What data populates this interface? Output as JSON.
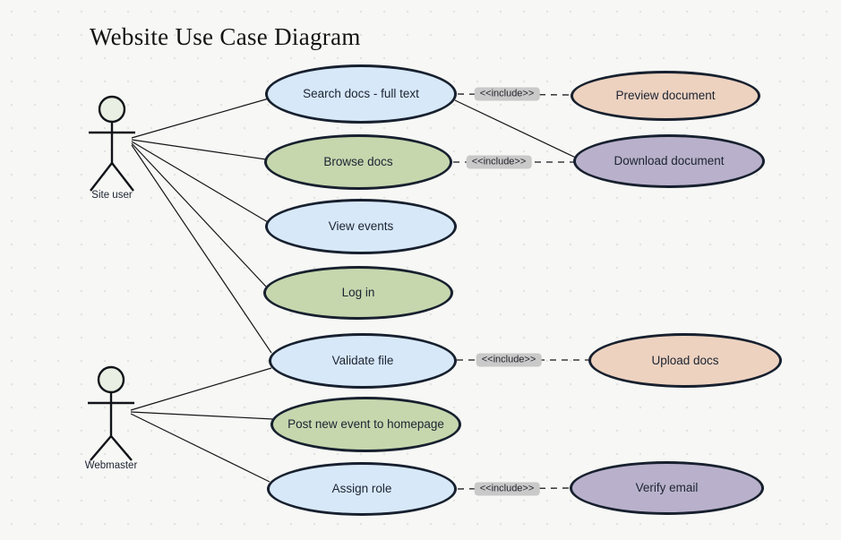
{
  "title": "Website Use Case Diagram",
  "actors": {
    "site_user": {
      "label": "Site user"
    },
    "webmaster": {
      "label": "Webmaster"
    }
  },
  "use_cases": {
    "search_docs": {
      "label": "Search docs - full text"
    },
    "browse_docs": {
      "label": "Browse docs"
    },
    "view_events": {
      "label": "View events"
    },
    "log_in": {
      "label": "Log in"
    },
    "validate_file": {
      "label": "Validate file"
    },
    "post_new_event": {
      "label": "Post new event to homepage"
    },
    "assign_role": {
      "label": "Assign role"
    },
    "preview_document": {
      "label": "Preview document"
    },
    "download_document": {
      "label": "Download document"
    },
    "upload_docs": {
      "label": "Upload docs"
    },
    "verify_email": {
      "label": "Verify email"
    }
  },
  "connectors": {
    "include_label": "<<include>>"
  },
  "colors": {
    "background": "#f7f7f5",
    "node_stroke": "#17202e",
    "blue_fill": "#d7e8f9",
    "green_fill": "#c6d7ae",
    "peach_fill": "#edd2c0",
    "purple_fill": "#b9b1cb",
    "include_badge_bg": "#c9c9c9",
    "actor_head_fill": "#e9efe3"
  }
}
